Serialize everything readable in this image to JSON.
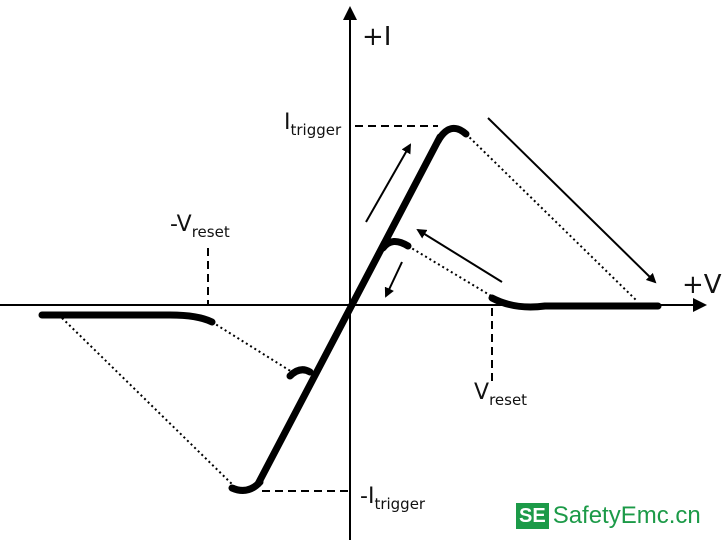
{
  "axes": {
    "y_label": "+I",
    "x_label": "+V"
  },
  "labels": {
    "i_trigger": {
      "main": "I",
      "sub": "trigger"
    },
    "neg_v_reset": {
      "main": "-V",
      "sub": "reset"
    },
    "v_reset": {
      "main": "V",
      "sub": "reset"
    },
    "neg_i_trigger": {
      "main": "-I",
      "sub": "trigger"
    }
  },
  "logo": {
    "box": "SE",
    "text": "SafetyEmc.cn",
    "color": "#1c9a48"
  }
}
